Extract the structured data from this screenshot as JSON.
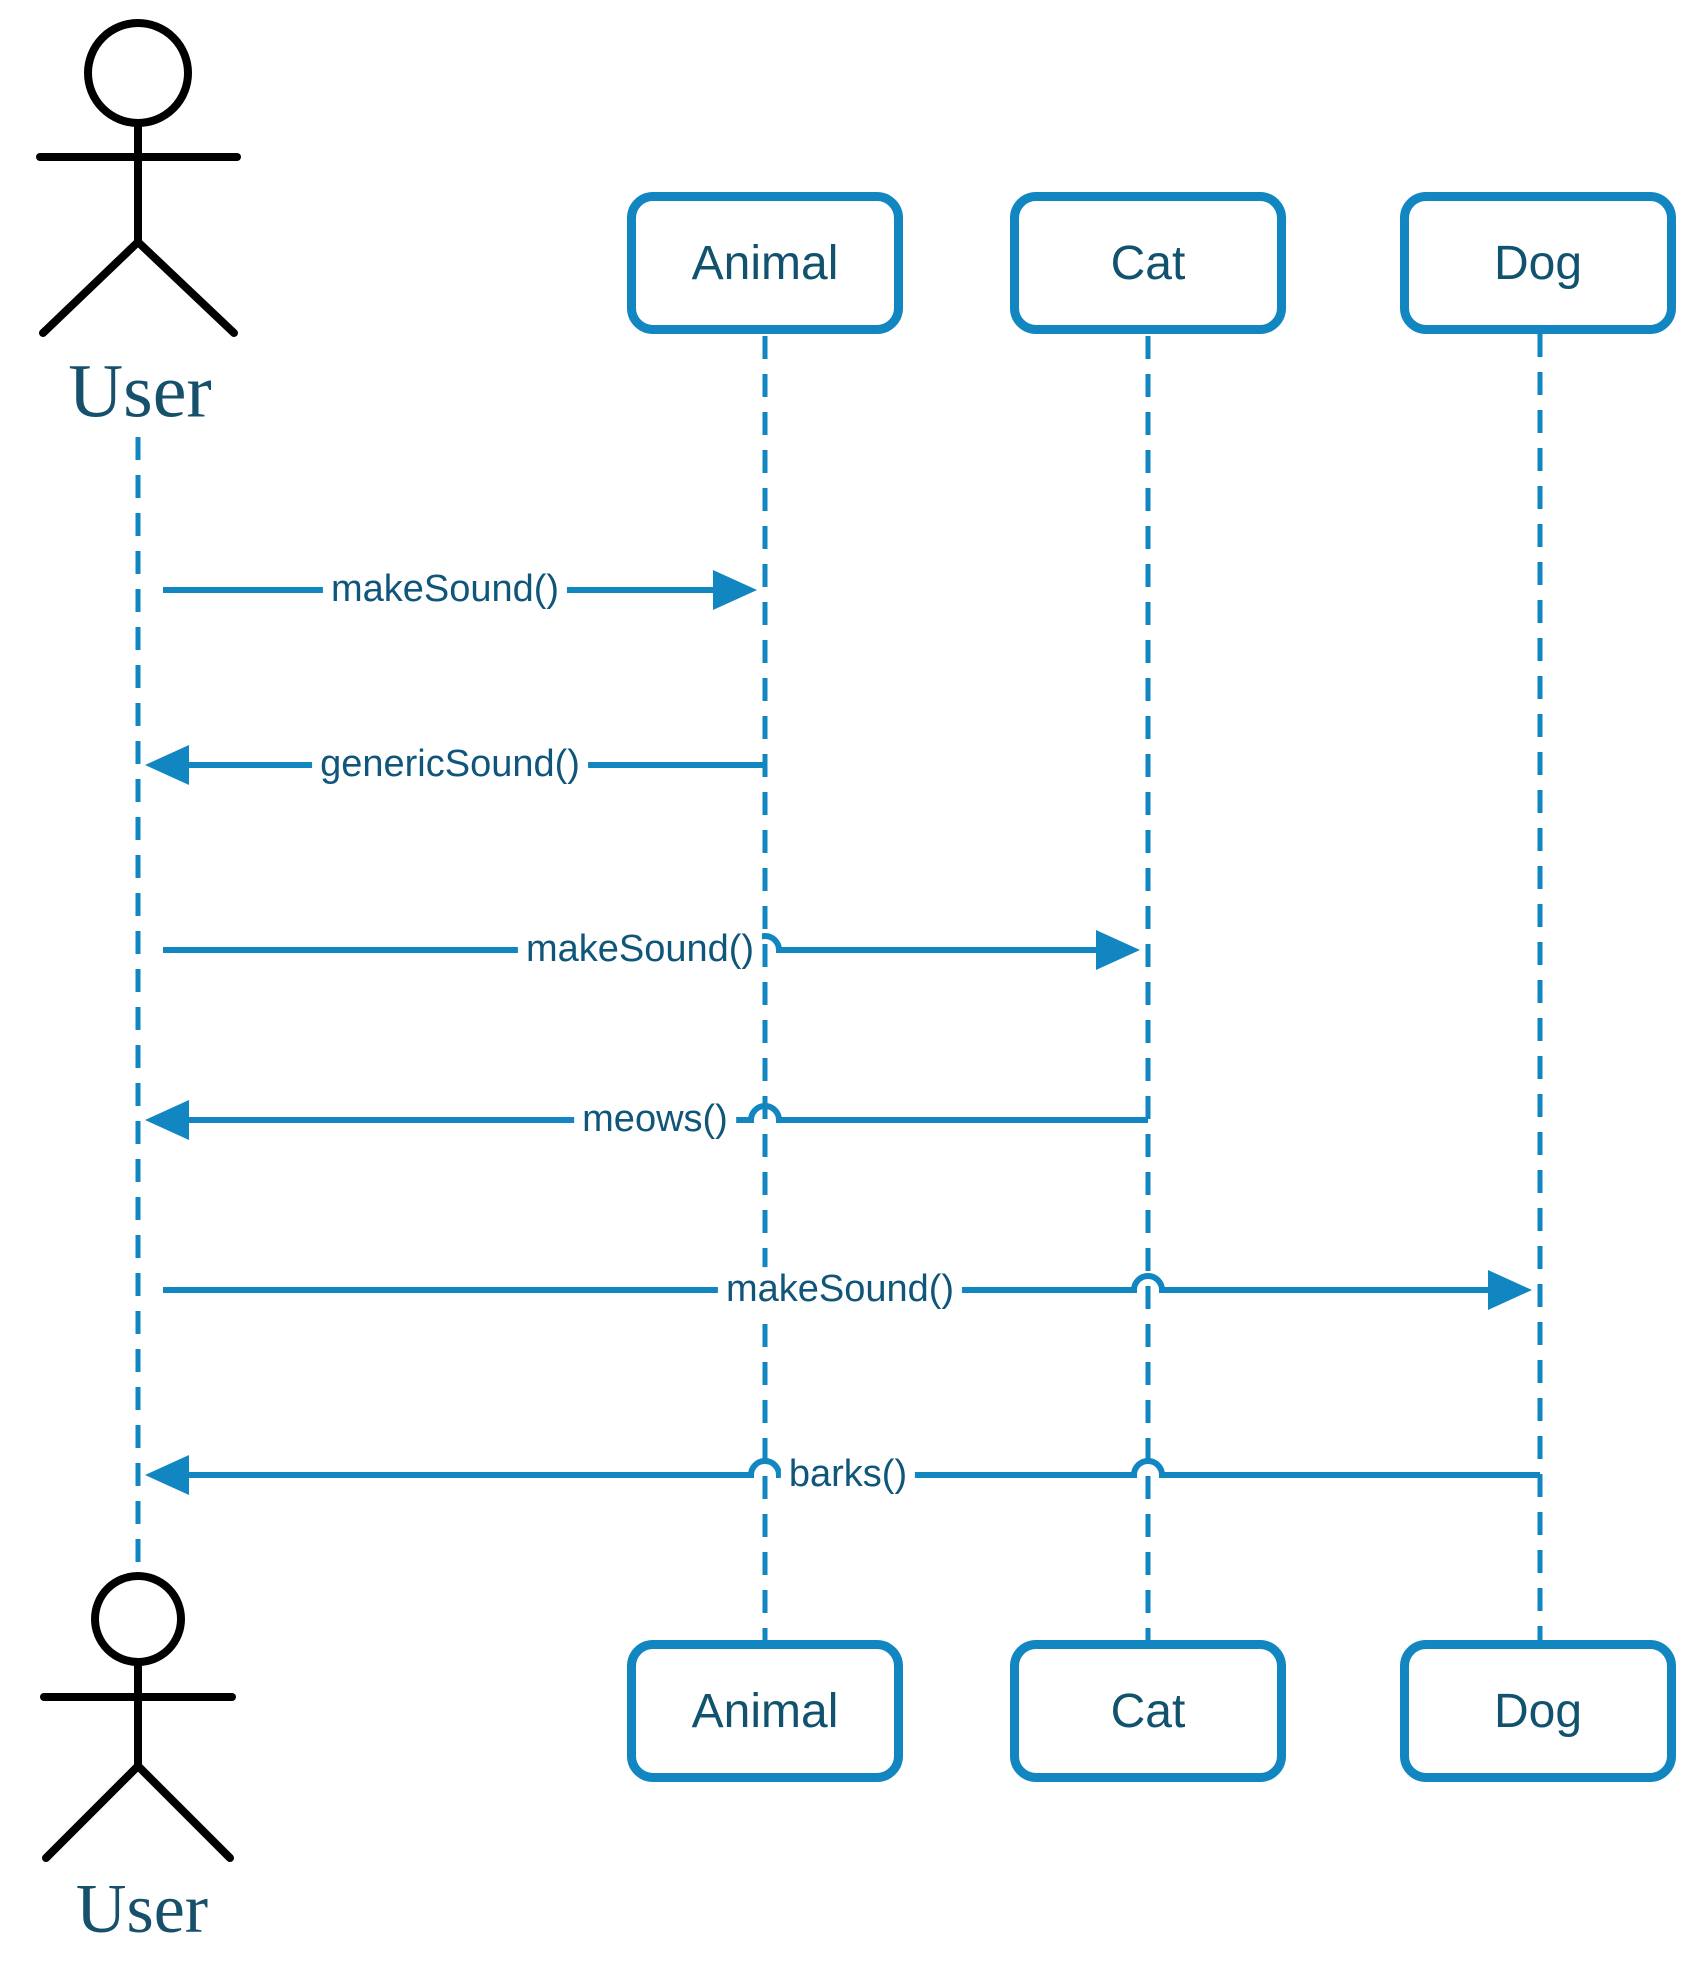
{
  "diagram": {
    "type": "uml-sequence-diagram",
    "actor": {
      "name": "User"
    },
    "participants": [
      {
        "name": "Animal"
      },
      {
        "name": "Cat"
      },
      {
        "name": "Dog"
      }
    ],
    "messages": [
      {
        "label": "makeSound()",
        "from": "User",
        "to": "Animal",
        "direction": "right"
      },
      {
        "label": "genericSound()",
        "from": "Animal",
        "to": "User",
        "direction": "left"
      },
      {
        "label": "makeSound()",
        "from": "User",
        "to": "Cat",
        "direction": "right"
      },
      {
        "label": "meows()",
        "from": "Cat",
        "to": "User",
        "direction": "left"
      },
      {
        "label": "makeSound()",
        "from": "User",
        "to": "Dog",
        "direction": "right"
      },
      {
        "label": "barks()",
        "from": "Dog",
        "to": "User",
        "direction": "left"
      }
    ],
    "colors": {
      "accent_blue": "#1186c0",
      "message_text": "#0f567a",
      "participant_text": "#11536e",
      "actor_text": "#17506b",
      "actor_figure": "#000000"
    }
  }
}
